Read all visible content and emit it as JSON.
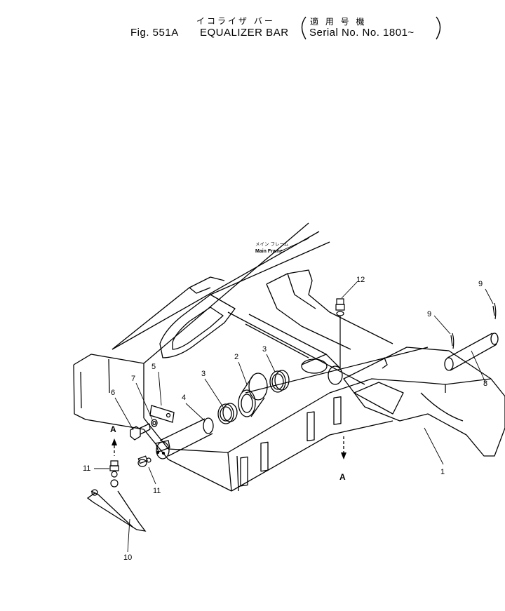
{
  "header": {
    "title_jp": "イコライザ バー",
    "fig_label": "Fig. 551A",
    "title_en": "EQUALIZER BAR",
    "applicability_jp": "適 用 号 機",
    "serial": "Serial No. No. 1801~"
  },
  "frame_label": {
    "jp": "メイン フレーム",
    "en": "Main Frame"
  },
  "section_marker": "A",
  "callouts": {
    "p1": "1",
    "p2": "2",
    "p3a": "3",
    "p3b": "3",
    "p4": "4",
    "p5": "5",
    "p6": "6",
    "p7": "7",
    "p8": "8",
    "p9a": "9",
    "p9b": "9",
    "p10": "10",
    "p11a": "11",
    "p11b": "11",
    "p12": "12"
  }
}
